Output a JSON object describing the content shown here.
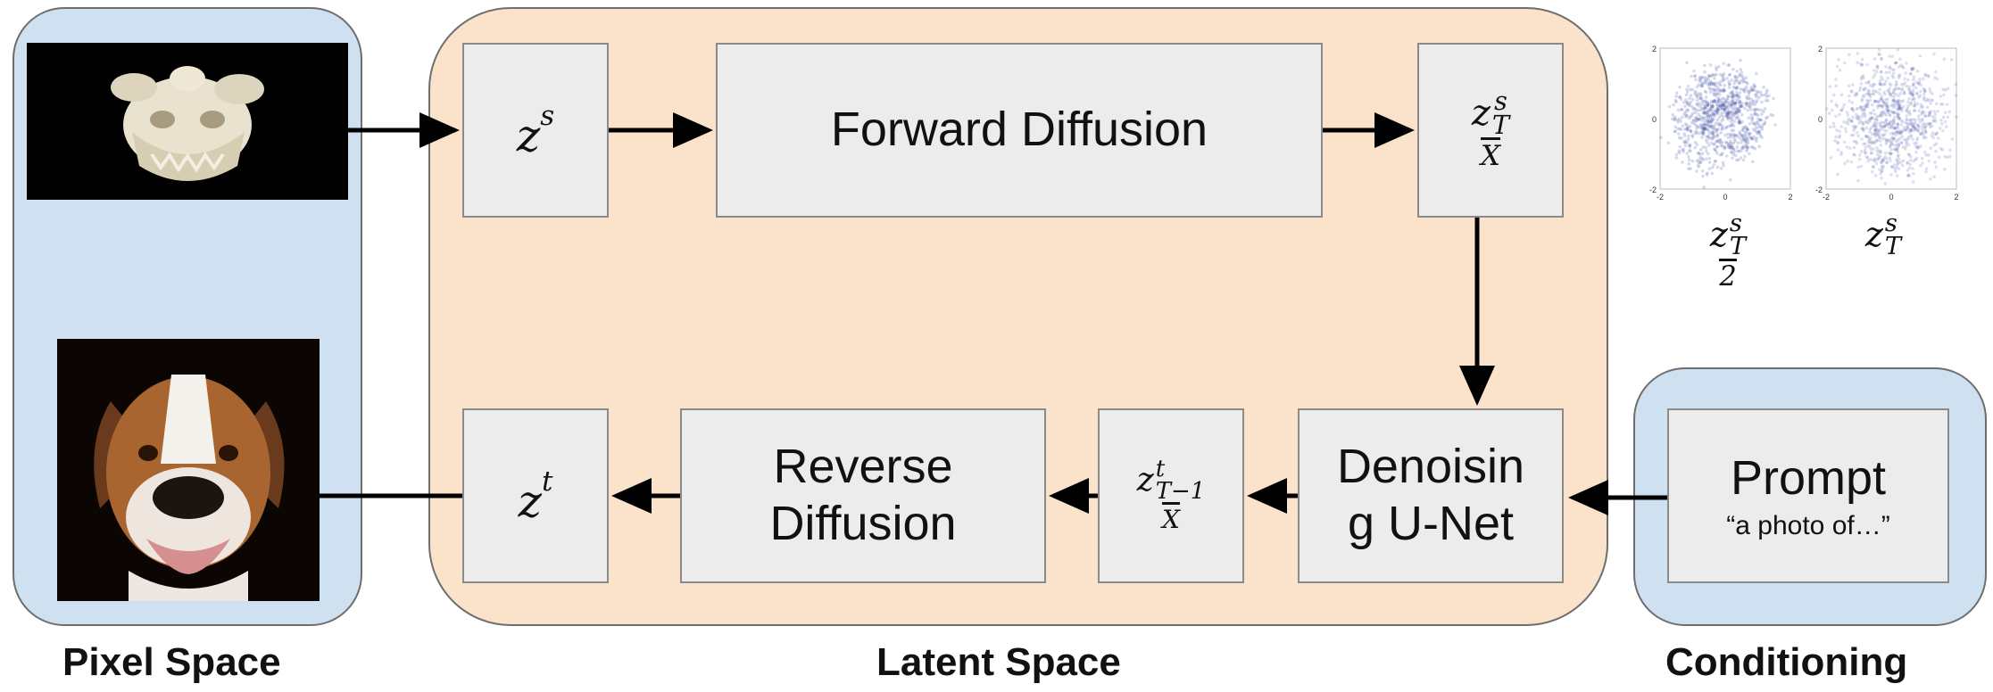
{
  "headings": {
    "pixel": "Pixel Space",
    "latent": "Latent Space",
    "conditioning": "Conditioning"
  },
  "nodes": {
    "zs": {
      "base": "z",
      "sup": "s"
    },
    "forward": "Forward Diffusion",
    "zT_over_X": {
      "base": "z",
      "sup": "s",
      "sub": "T",
      "denom": "X"
    },
    "denoising": "Denoisin g U-Net",
    "zt_minus1": {
      "base": "z",
      "sup": "t",
      "sub": "T−1",
      "denom": "X"
    },
    "reverse": "Reverse Diffusion",
    "zt": {
      "base": "z",
      "sup": "t"
    }
  },
  "prompt": {
    "title": "Prompt",
    "text": "“a photo of…”"
  },
  "scatter": {
    "left": {
      "sub": "T",
      "denom": "2",
      "sup": "s",
      "base": "z",
      "ticks_x": [
        "-2",
        "0",
        "2"
      ],
      "ticks_y": [
        "2",
        "0",
        "-2"
      ]
    },
    "right": {
      "sub": "T",
      "sup": "s",
      "base": "z",
      "ticks_x": [
        "-2",
        "0",
        "2"
      ],
      "ticks_y": [
        "2",
        "0",
        "-2"
      ]
    }
  },
  "colors": {
    "pixel_panel": "#cfe0f1",
    "latent_panel": "#fbe3cb",
    "box_fill": "#ececec",
    "scatter_dots": "#4a55a8"
  }
}
